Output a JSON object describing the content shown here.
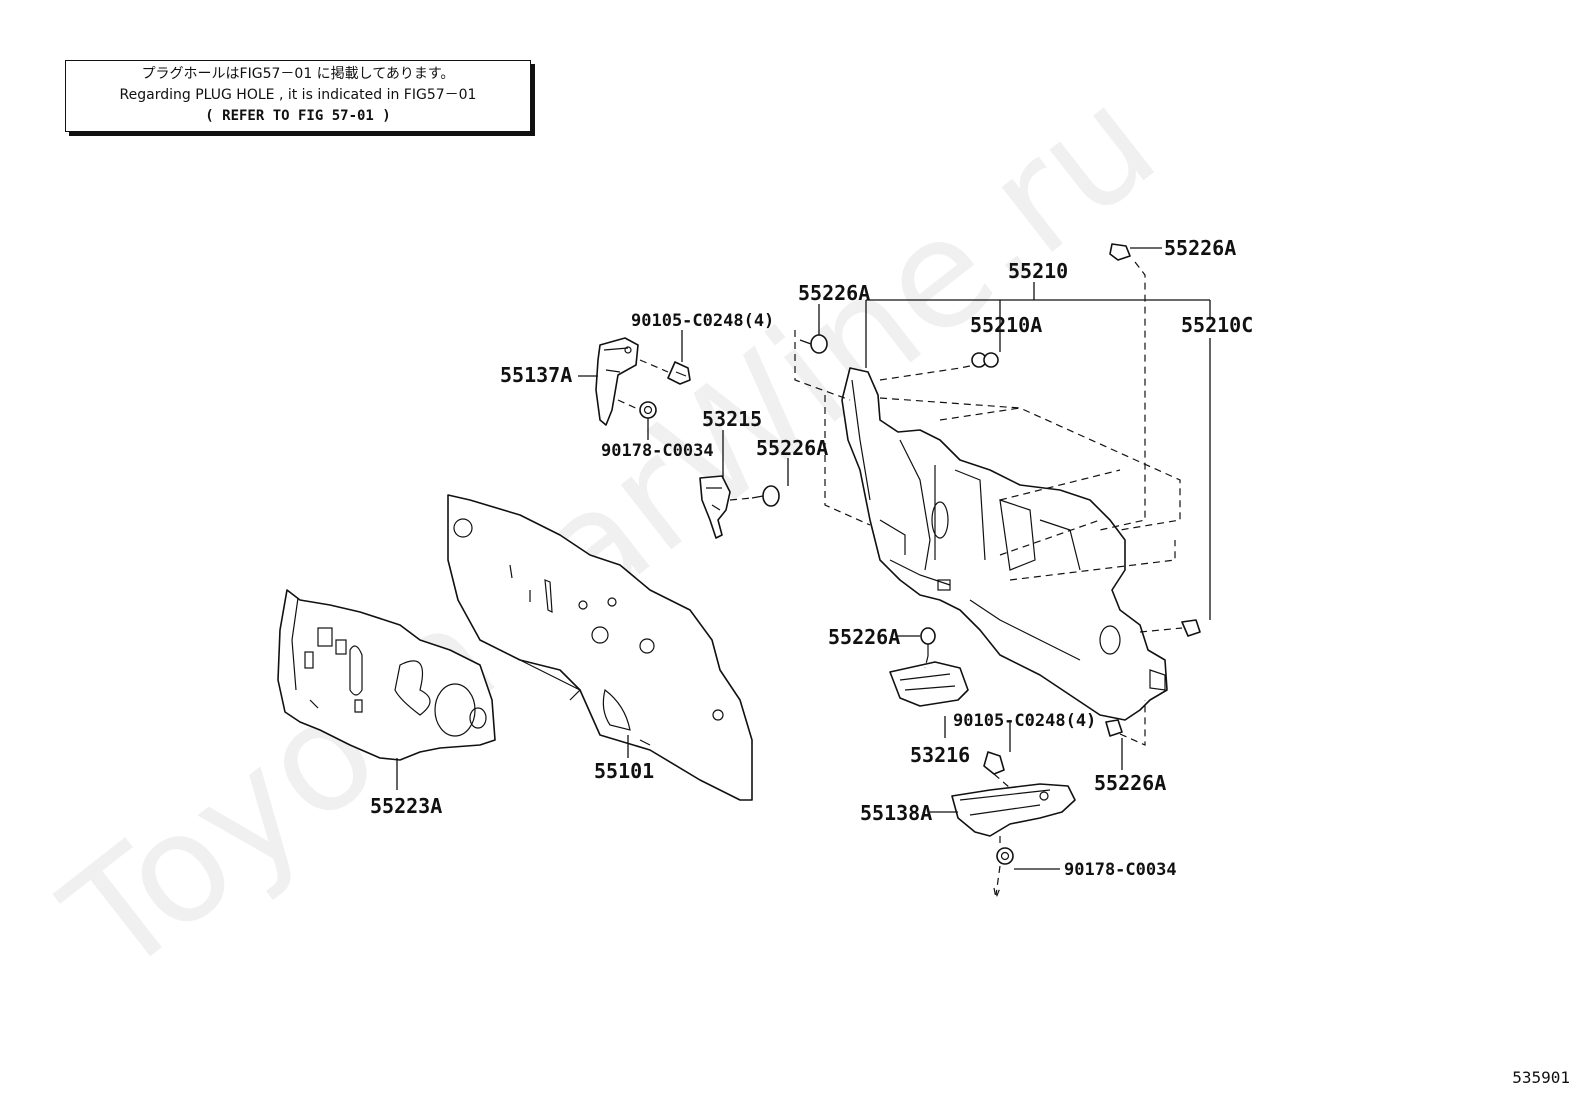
{
  "notice": {
    "line1": "プラグホールはFIG57－01 に掲載してあります。",
    "line2": "Regarding PLUG HOLE , it is indicated in FIG57－01",
    "line3": "(  REFER TO FIG 57-01  )"
  },
  "watermark": "ToyotaCarWine.ru",
  "doc_number": "535901",
  "labels": {
    "p55223A": "55223A",
    "p55101": "55101",
    "p55137A": "55137A",
    "p90105_top": "90105-C0248(4)",
    "p90178_top": "90178-C0034",
    "p53215": "53215",
    "p55226A_mid": "55226A",
    "p55226A_topleft": "55226A",
    "p55226A_topright": "55226A",
    "p55210": "55210",
    "p55210A": "55210A",
    "p55210C": "55210C",
    "p55226A_lower": "55226A",
    "p53216": "53216",
    "p90105_bottom": "90105-C0248(4)",
    "p55226A_right": "55226A",
    "p55138A": "55138A",
    "p90178_bottom": "90178-C0034"
  }
}
